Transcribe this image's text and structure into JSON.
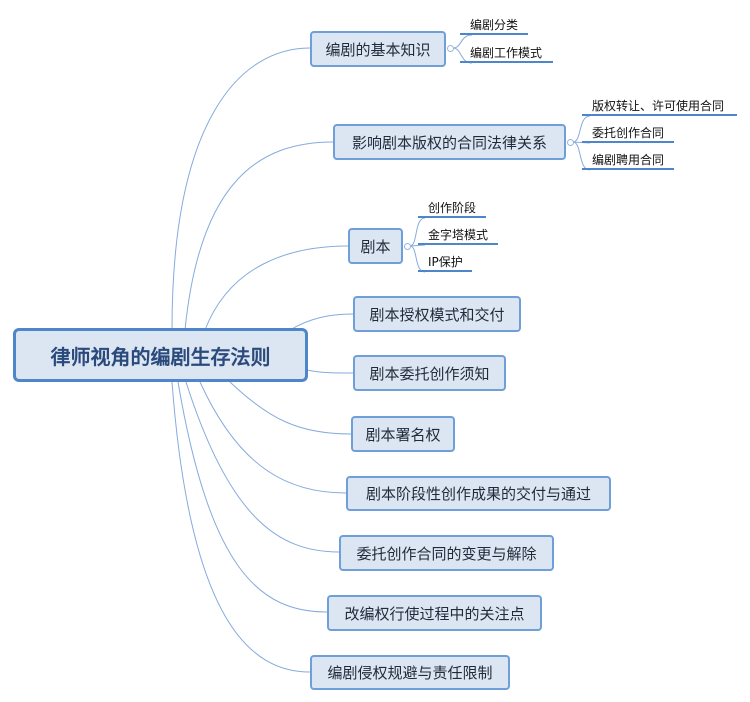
{
  "root": {
    "label": "律师视角的编剧生存法则"
  },
  "branches": [
    {
      "label": "编剧的基本知识",
      "children": [
        "编剧分类",
        "编剧工作模式"
      ]
    },
    {
      "label": "影响剧本版权的合同法律关系",
      "children": [
        "版权转让、许可使用合同",
        "委托创作合同",
        "编剧聘用合同"
      ]
    },
    {
      "label": "剧本",
      "children": [
        "创作阶段",
        "金字塔模式",
        "IP保护"
      ]
    },
    {
      "label": "剧本授权模式和交付"
    },
    {
      "label": "剧本委托创作须知"
    },
    {
      "label": "剧本署名权"
    },
    {
      "label": "剧本阶段性创作成果的交付与通过"
    },
    {
      "label": "委托创作合同的变更与解除"
    },
    {
      "label": "改编权行使过程中的关注点"
    },
    {
      "label": "编剧侵权规避与责任限制"
    }
  ],
  "colors": {
    "node_fill": "#dce6f2",
    "node_border": "#6f9fd8",
    "link": "#7ea6dc",
    "root_text": "#2b4a7c"
  }
}
